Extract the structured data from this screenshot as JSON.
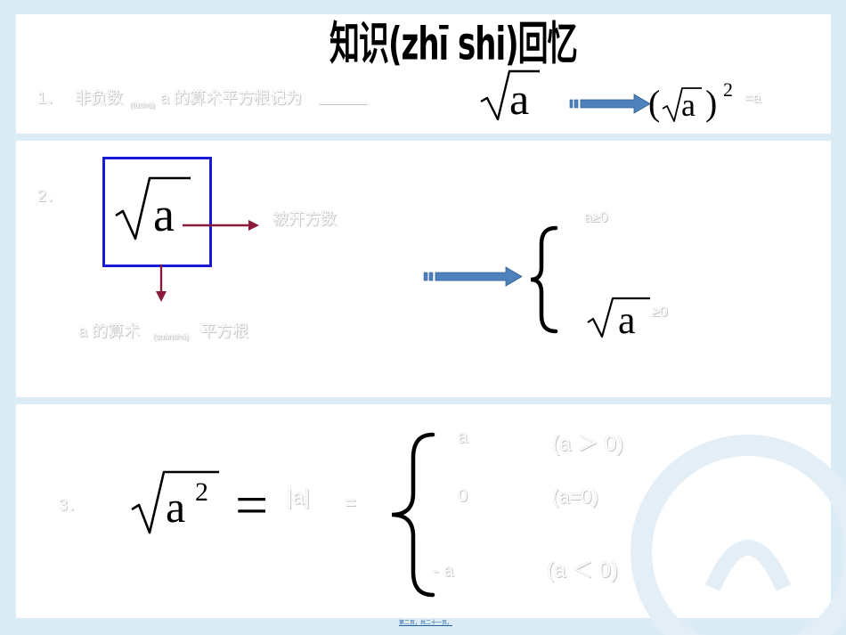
{
  "title": "知识(zhī shi)回忆",
  "item1": {
    "num": "1．",
    "text_a": "非负数",
    "pinyin": "(fùshù)",
    "text_b": "a 的算术平方根记为",
    "blank": "______",
    "radicand": "a",
    "sq_open": "(",
    "sq_inner": "a",
    "sq_close": ")",
    "exponent": "2",
    "result": "=a"
  },
  "item2": {
    "num": "2．",
    "radicand": "a",
    "label_right": "被开方数",
    "label_bottom_a": "a 的算术",
    "label_bottom_pinyin": "(suànshù)",
    "label_bottom_b": "平方根",
    "cond1": "a≥0",
    "cond2_radicand": "a",
    "cond2_suffix": "≥0"
  },
  "item3": {
    "num": "3．",
    "radicand": "a",
    "exponent": "2",
    "equals": "=",
    "abs": "|a|",
    "equals2": "=",
    "cases": [
      {
        "value": "a",
        "cond": "(a ＞ 0)"
      },
      {
        "value": "0",
        "cond": "(a=0)"
      },
      {
        "value": "- a",
        "cond": "(a ＜ 0)"
      }
    ]
  },
  "footer": "第二页，共二十一页。",
  "colors": {
    "box": "#1a1ad6",
    "arrow_red": "#8b1a3a",
    "arrow_blue": "#4f81bd",
    "background": "#dcecf6"
  }
}
